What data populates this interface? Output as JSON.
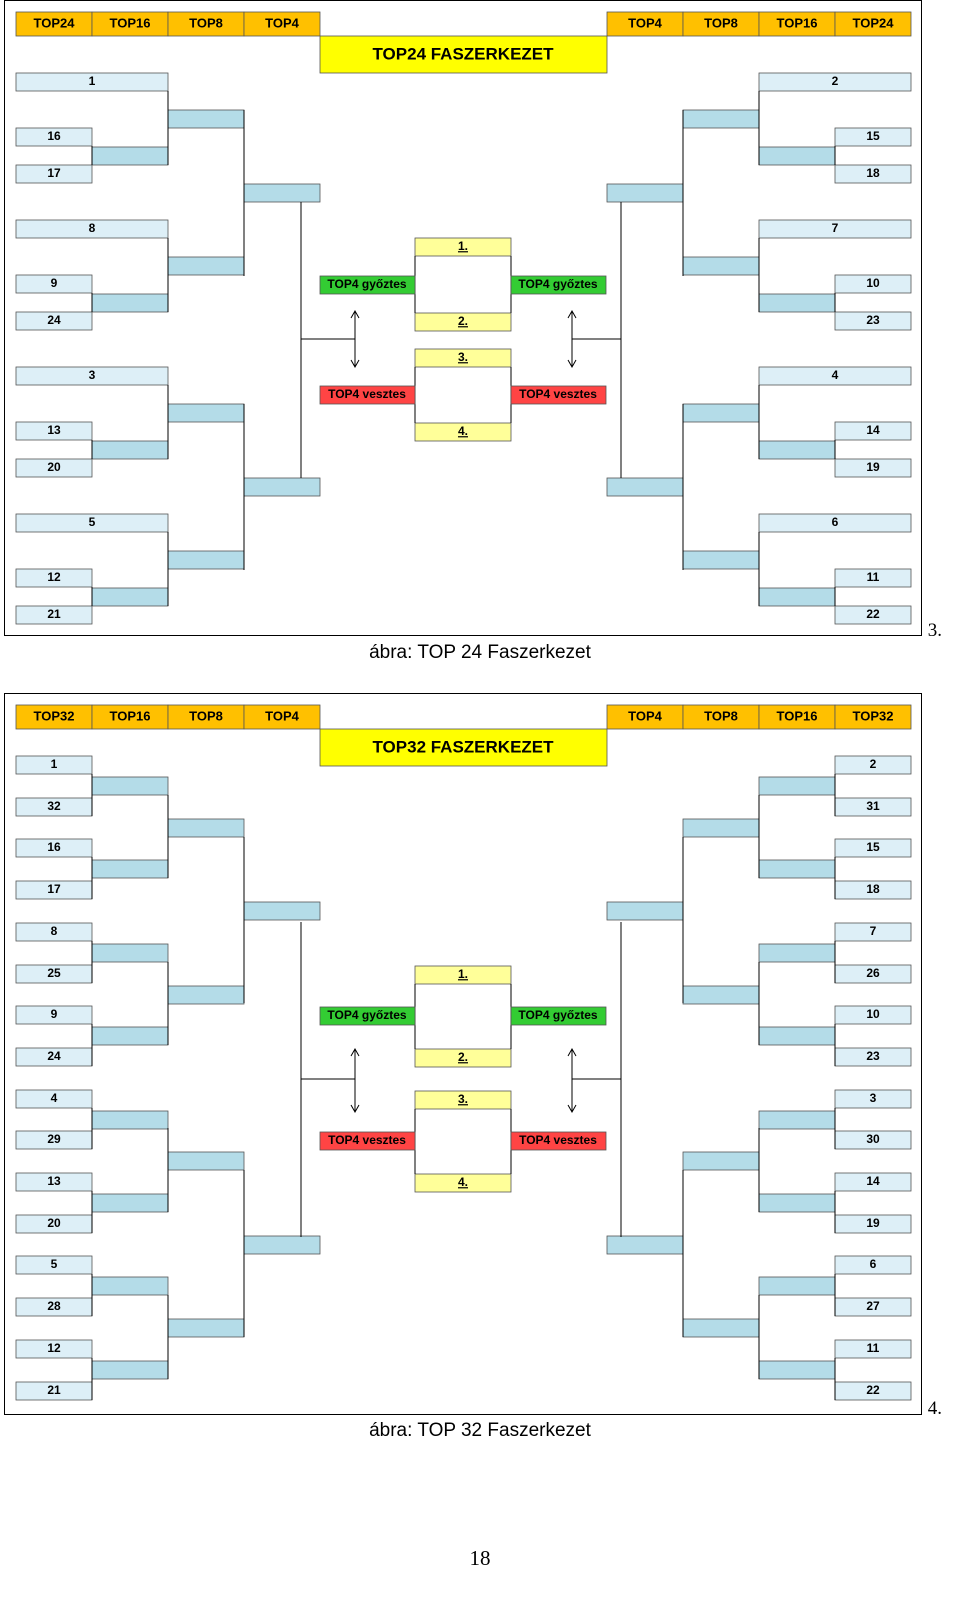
{
  "figures": [
    {
      "title": "TOP24 FASZERKEZET",
      "headers_left": [
        "TOP24",
        "TOP16",
        "TOP8",
        "TOP4"
      ],
      "headers_right": [
        "TOP4",
        "TOP8",
        "TOP16",
        "TOP24"
      ],
      "left_seeds": [
        "1",
        "16",
        "17",
        "8",
        "9",
        "24",
        "3",
        "13",
        "20",
        "5",
        "12",
        "21"
      ],
      "right_seeds": [
        "2",
        "15",
        "18",
        "7",
        "10",
        "23",
        "4",
        "14",
        "19",
        "6",
        "11",
        "22"
      ],
      "final_places": [
        "1.",
        "2.",
        "3.",
        "4."
      ],
      "winner_label": "TOP4 győztes",
      "loser_label": "TOP4 vesztes",
      "figure_number": "3.",
      "caption": "ábra: TOP 24 Faszerkezet"
    },
    {
      "title": "TOP32 FASZERKEZET",
      "headers_left": [
        "TOP32",
        "TOP16",
        "TOP8",
        "TOP4"
      ],
      "headers_right": [
        "TOP4",
        "TOP8",
        "TOP16",
        "TOP32"
      ],
      "left_seeds": [
        "1",
        "32",
        "16",
        "17",
        "8",
        "25",
        "9",
        "24",
        "4",
        "29",
        "13",
        "20",
        "5",
        "28",
        "12",
        "21"
      ],
      "right_seeds": [
        "2",
        "31",
        "15",
        "18",
        "7",
        "26",
        "10",
        "23",
        "3",
        "30",
        "14",
        "19",
        "6",
        "27",
        "11",
        "22"
      ],
      "final_places": [
        "1.",
        "2.",
        "3.",
        "4."
      ],
      "winner_label": "TOP4 győztes",
      "loser_label": "TOP4 vesztes",
      "figure_number": "4.",
      "caption": "ábra: TOP 32 Faszerkezet"
    }
  ],
  "page_number": "18",
  "colors": {
    "header": "#ffc000",
    "title": "#ffff00",
    "seed_box": "#ddeff7",
    "result_box": "#b4dce8",
    "final_box": "#ffff99",
    "winner": "#33cc33",
    "loser": "#ff4444"
  }
}
